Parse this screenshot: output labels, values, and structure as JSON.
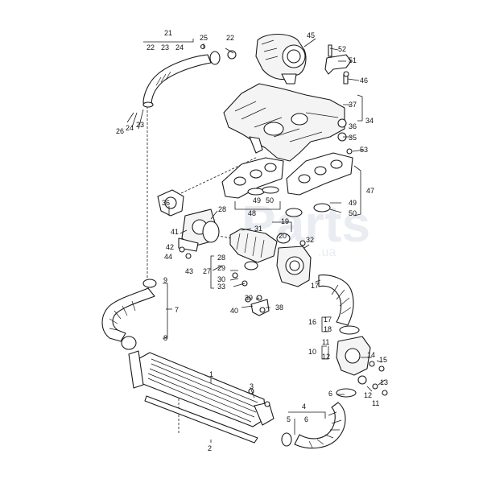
{
  "watermark": {
    "main": "Parts",
    "domain": ".ua"
  },
  "colors": {
    "line": "#1a1a1a",
    "part_fill": "#ffffff",
    "label": "#111111",
    "watermark": "#e9edf2"
  },
  "callouts": {
    "n1": "1",
    "n2": "2",
    "n3": "3",
    "n4": "4",
    "n5": "5",
    "n6": "6",
    "n6b": "6",
    "n7": "7",
    "n8": "8",
    "n9": "9",
    "n10": "10",
    "n11": "11",
    "n11b": "11",
    "n12": "12",
    "n12b": "12",
    "n13": "13",
    "n14": "14",
    "n15": "15",
    "n16": "16",
    "n17": "17",
    "n17b": "17",
    "n18": "18",
    "n19": "19",
    "n20": "20",
    "n21": "21",
    "n22": "22",
    "n22b": "22",
    "n23": "23",
    "n23b": "23",
    "n24": "24",
    "n24b": "24",
    "n25": "25",
    "n26": "26",
    "n27": "27",
    "n28": "28",
    "n28b": "28",
    "n29": "29",
    "n30": "30",
    "n31": "31",
    "n32": "32",
    "n33": "33",
    "n34": "34",
    "n35": "35",
    "n36": "36",
    "n36b": "36",
    "n37": "37",
    "n38": "38",
    "n39": "39",
    "n40": "40",
    "n41": "41",
    "n42": "42",
    "n43": "43",
    "n44": "44",
    "n45": "45",
    "n46": "46",
    "n47": "47",
    "n48": "48",
    "n49": "49",
    "n49b": "49",
    "n50": "50",
    "n50b": "50",
    "n51": "51",
    "n52": "52",
    "n53": "53"
  }
}
